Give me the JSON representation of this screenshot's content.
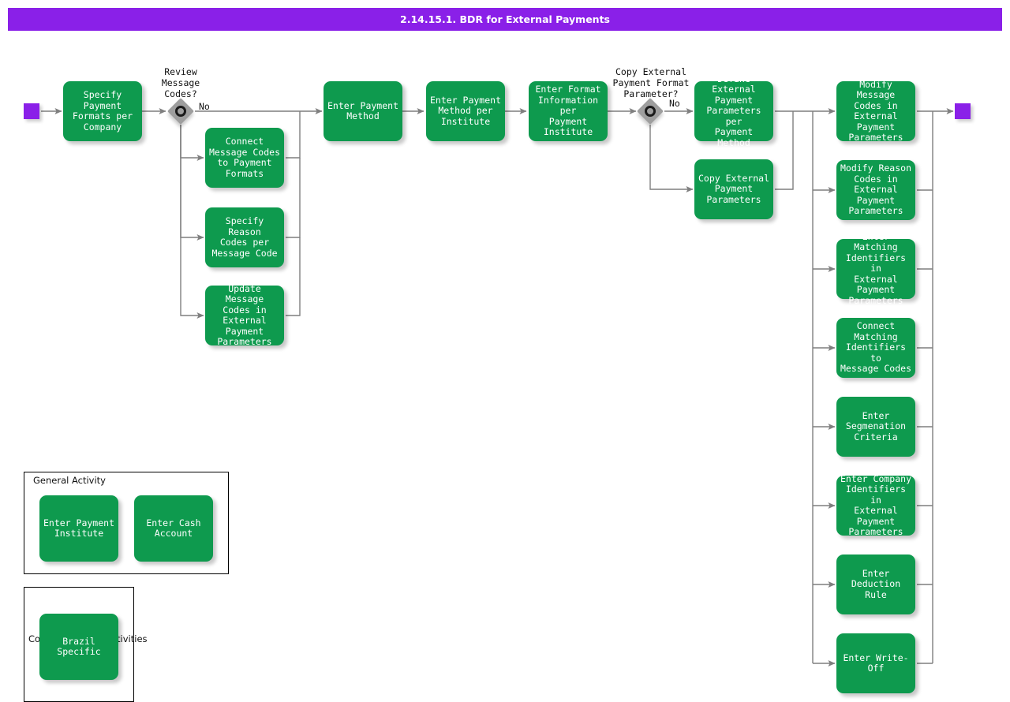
{
  "header": {
    "title": "2.14.15.1. BDR for External Payments",
    "bar_color": "#8A20E8"
  },
  "palette": {
    "task_green": "#0E9A4E",
    "event_purple": "#8A20E8",
    "gateway_gray": "#9E9E9E",
    "connector_gray": "#7F7F7F",
    "canvas": "#FFFFFF"
  },
  "events": {
    "start": "start-event",
    "end": "end-event"
  },
  "gateways": [
    {
      "id": "review-message-codes",
      "caption": "Review\nMessage\nCodes?",
      "branch_label": "No"
    },
    {
      "id": "copy-external-payment-format-parameter",
      "caption": "Copy External\nPayment Format\nParameter?",
      "branch_label": "No"
    }
  ],
  "tasks": {
    "specify_payment_formats_per_company": "Specify Payment\nFormats per\nCompany",
    "connect_message_codes_to_payment_formats": "Connect\nMessage Codes\nto Payment\nFormats",
    "specify_reason_codes_per_message_code": "Specify Reason\nCodes per\nMessage Code",
    "update_message_codes_in_external_payment_parameters": "Update Message\nCodes in\nExternal\nPayment\nParameters",
    "enter_payment_method": "Enter Payment\nMethod",
    "enter_payment_method_per_institute": "Enter Payment\nMethod per\nInstitute",
    "enter_format_information_per_payment_institute": "Enter Format\nInformation per\nPayment\nInstitute",
    "define_external_payment_parameters_per_payment_method": "Define External\nPayment\nParameters per\nPayment Method",
    "copy_external_payment_parameters": "Copy External\nPayment\nParameters",
    "modify_message_codes_in_external_payment_parameters": "Modify Message\nCodes in\nExternal\nPayment\nParameters",
    "modify_reason_codes_in_external_payment_parameters": "Modify Reason\nCodes in\nExternal\nPayment\nParameters",
    "enter_matching_identifiers_in_external_payment_parameters": "Enter Matching\nIdentifiers in\nExternal\nPayment\nParameters",
    "connect_matching_identifiers_to_message_codes": "Connect\nMatching\nIdentifiers to\nMessage Codes",
    "enter_segmenation_criteria": "Enter\nSegmenation\nCriteria",
    "enter_company_identifiers_in_external_payment_parameters": "Enter Company\nIdentifiers in\nExternal\nPayment\nParameters",
    "enter_deduction_rule": "Enter Deduction\nRule",
    "enter_write_off": "Enter Write-Off"
  },
  "legends": [
    {
      "id": "general-activity",
      "label": "General Activity",
      "items": [
        "Enter Payment\nInstitute",
        "Enter Cash\nAccount"
      ]
    },
    {
      "id": "country-specific-activities",
      "label": "Country-Specific Activities",
      "items": [
        "Brazil Specific"
      ]
    }
  ]
}
